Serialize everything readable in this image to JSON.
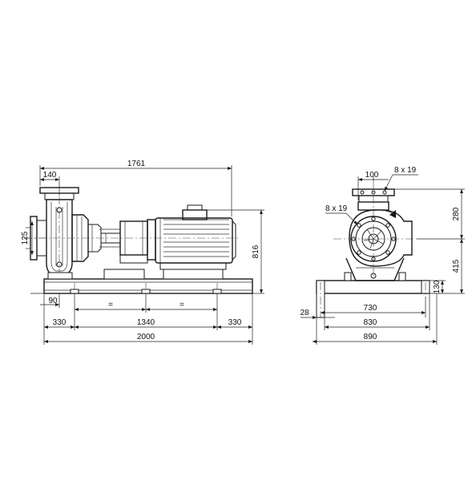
{
  "side_view": {
    "overall_length": "1761",
    "inlet_offset": "140",
    "total_height": "816",
    "flange_height": "125",
    "anchor_offset": "90",
    "equal_spacing_left": "=",
    "equal_spacing_right": "=",
    "edge_left": "330",
    "bolt_span": "1340",
    "edge_right": "330",
    "base_length": "2000"
  },
  "end_view": {
    "flange_offset": "100",
    "outlet_bolts": "8 x 19",
    "inlet_bolts": "8 x 19",
    "upper_height": "280",
    "shaft_height": "415",
    "base_height": "130",
    "foot_width": "28",
    "bolt_span": "730",
    "inner_width": "830",
    "base_width": "890"
  }
}
